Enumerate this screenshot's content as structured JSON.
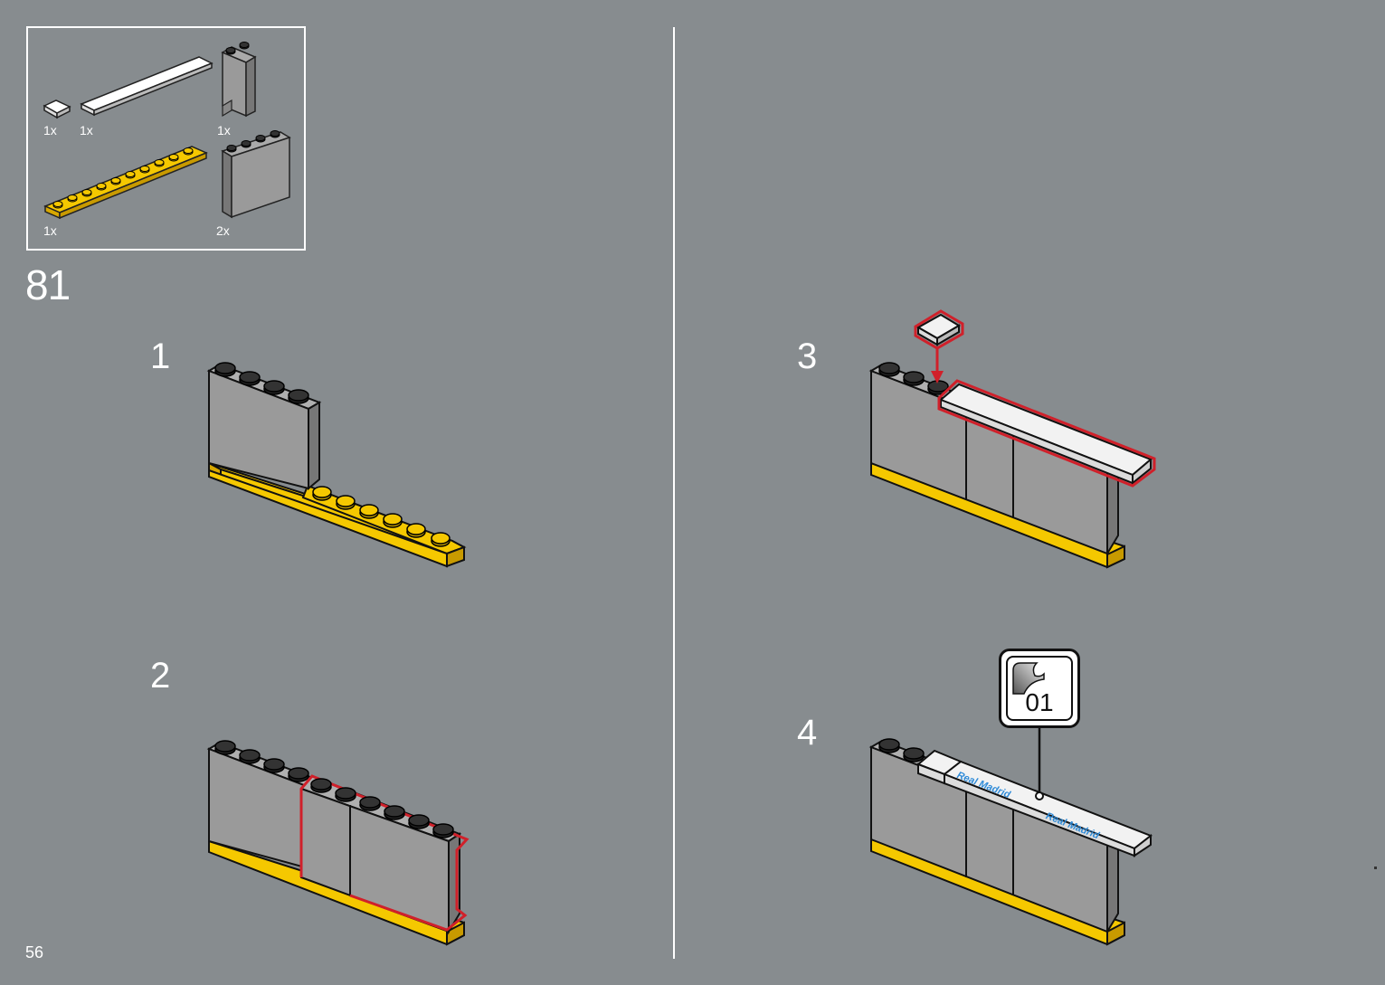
{
  "page": {
    "number": "56",
    "background": "#878c8f"
  },
  "parts_list": {
    "items": [
      {
        "name": "white 1x1 tile",
        "qty": "1x"
      },
      {
        "name": "white long tile",
        "qty": "1x"
      },
      {
        "name": "grey panel 1x2x3",
        "qty": "1x"
      },
      {
        "name": "yellow 1x10 plate",
        "qty": "1x"
      },
      {
        "name": "grey panel 1x4x3",
        "qty": "2x"
      }
    ]
  },
  "step": {
    "number": "81"
  },
  "substeps": [
    {
      "label": "1"
    },
    {
      "label": "2"
    },
    {
      "label": "3"
    },
    {
      "label": "4"
    }
  ],
  "sticker": {
    "label": "01",
    "text_a": "Real Madrid",
    "text_b": "Real Madrid"
  },
  "colors": {
    "highlight": "#d0202a",
    "yellow": "#f5c800",
    "panel": "#9a9a9a",
    "sticker_text": "#2f8bd8"
  }
}
